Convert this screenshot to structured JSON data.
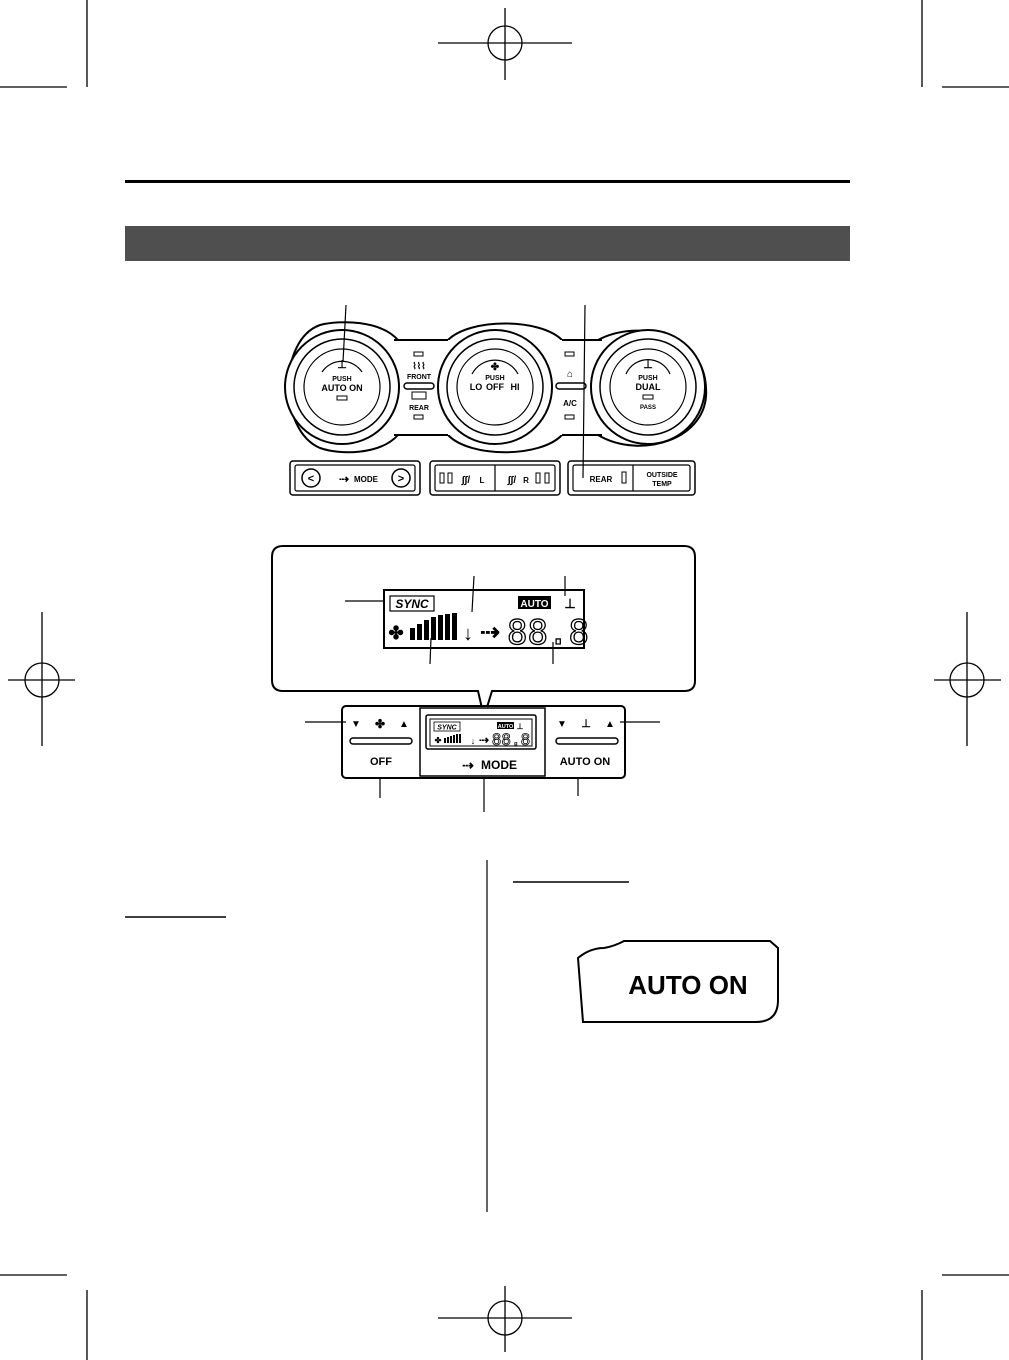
{
  "front_panel": {
    "left_knob": {
      "push": "PUSH",
      "label": "AUTO ON"
    },
    "center_knob": {
      "push": "PUSH",
      "lo": "LO",
      "off": "OFF",
      "hi": "HI"
    },
    "right_knob": {
      "push": "PUSH",
      "label": "DUAL",
      "sub": "PASS"
    },
    "left_column": {
      "front": "FRONT",
      "rear": "REAR"
    },
    "right_column": {
      "ac": "A/C"
    },
    "mode_strip": {
      "mode": "MODE",
      "prev": "<",
      "next": ">"
    },
    "seat_strip": {
      "left": "L",
      "right": "R"
    },
    "rear_strip": {
      "rear": "REAR",
      "outside_line1": "OUTSIDE",
      "outside_line2": "TEMP"
    }
  },
  "display_callout": {
    "sync": "SYNC",
    "auto": "AUTO",
    "digits": "88.8"
  },
  "rear_panel": {
    "off": "OFF",
    "mode": "MODE",
    "auto_on": "AUTO ON",
    "mini_sync": "SYNC",
    "mini_auto": "AUTO",
    "mini_digits": "88.8",
    "arrow_down": "▼",
    "arrow_up": "▲"
  },
  "auto_on_button": {
    "label": "AUTO ON"
  }
}
